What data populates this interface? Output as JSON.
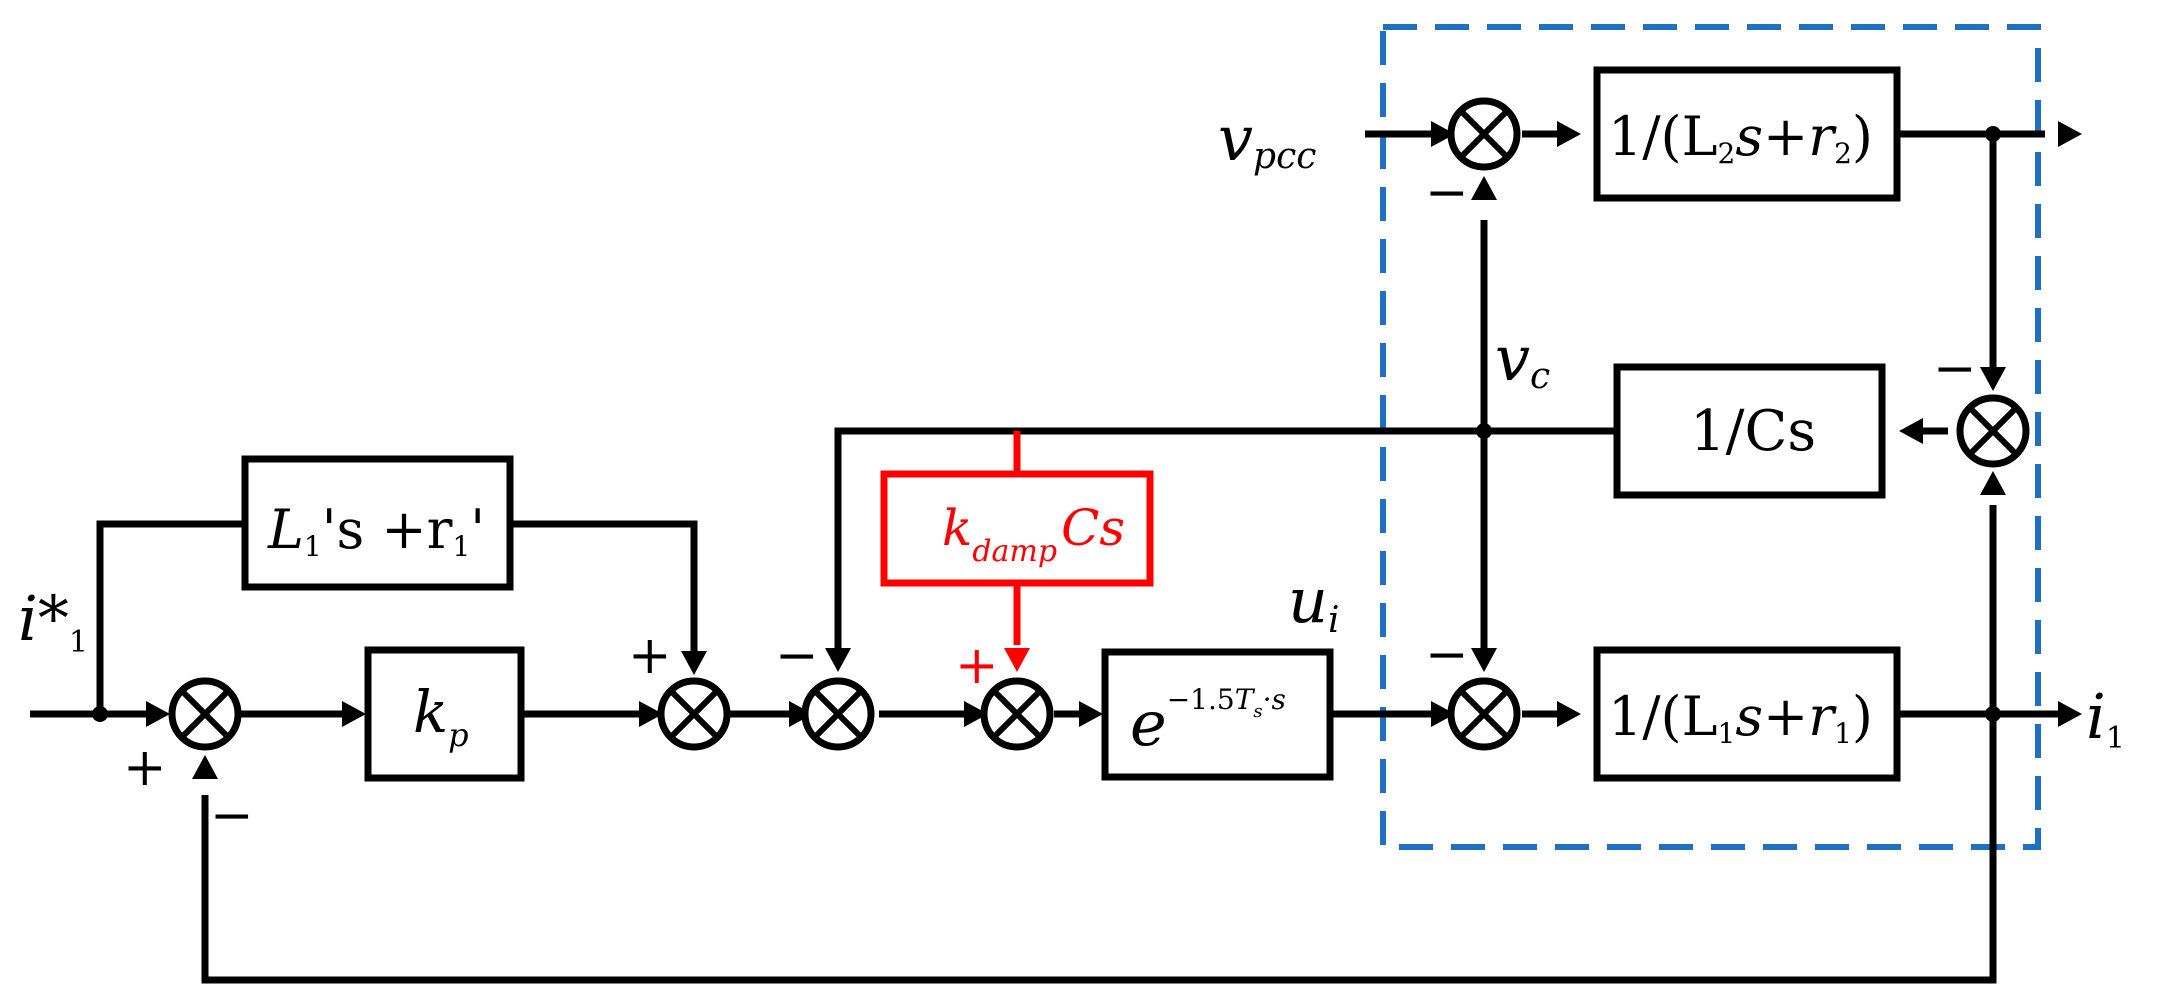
{
  "diagram": {
    "colors": {
      "line": "#000000",
      "highlight": "#ff0000",
      "dashed_box": "#1f6fc2"
    },
    "blocks": {
      "feedforward": {
        "L": "L",
        "sub": "1",
        "tail": "'s +r",
        "sub2": "1",
        "prime": "'"
      },
      "kp": {
        "k": "k",
        "sub": "p"
      },
      "kdamp": {
        "k": "k",
        "sub": "damp",
        "tail": "Cs"
      },
      "delay": {
        "base": "e",
        "exp_pre": "−1.5",
        "exp_T": "T",
        "exp_Tsub": "s",
        "exp_post": "·s"
      },
      "plant1": {
        "pre": "1/(L",
        "sub": "1",
        "mid": "s+r",
        "sub2": "1",
        "post": ")"
      },
      "plant2": {
        "pre": "1/(L",
        "sub": "2",
        "mid": "s+r",
        "sub2": "2",
        "post": ")"
      },
      "cap": {
        "label": "1/Cs"
      }
    },
    "signals": {
      "input": {
        "base": "i*",
        "sub": "1"
      },
      "output": {
        "base": "i",
        "sub": "1"
      },
      "vpcc": {
        "base": "v",
        "sub": "pcc"
      },
      "vc": {
        "base": "v",
        "sub": "c"
      },
      "ui": {
        "base": "u",
        "sub": "i"
      }
    },
    "signs": {
      "plus": "+",
      "minus": "−"
    }
  }
}
